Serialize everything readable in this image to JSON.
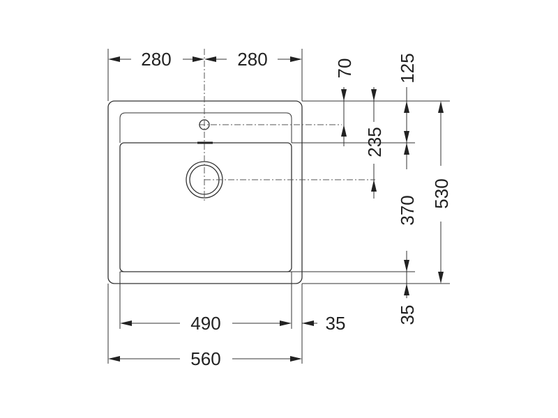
{
  "dimensions": {
    "top_left_half": "280",
    "top_right_half": "280",
    "tap_hole_offset": "70",
    "drain_total": "125",
    "drain_offset": "235",
    "bowl_depth": "370",
    "overall_depth": "530",
    "front_rim": "35",
    "bowl_width": "490",
    "side_rim": "35",
    "overall_width": "560"
  },
  "colors": {
    "line": "#333333",
    "background": "#ffffff"
  }
}
